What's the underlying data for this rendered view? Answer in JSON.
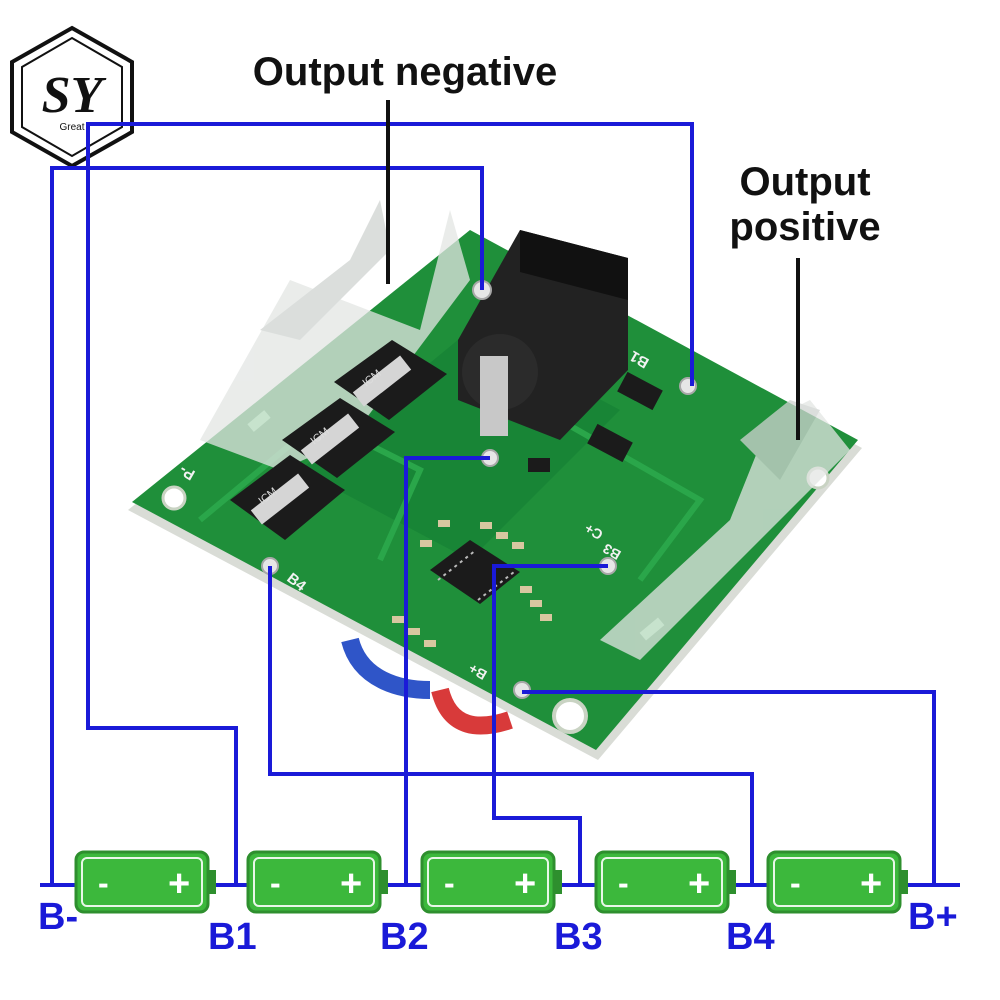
{
  "logo": {
    "monogram": "SY",
    "tagline": "Great"
  },
  "callouts": {
    "output_negative": "Output negative",
    "output_positive": "Output positive"
  },
  "nodes": [
    "B-",
    "B1",
    "B2",
    "B3",
    "B4",
    "B+"
  ],
  "cells": [
    {
      "minus": "-",
      "plus": "+"
    },
    {
      "minus": "-",
      "plus": "+"
    },
    {
      "minus": "-",
      "plus": "+"
    },
    {
      "minus": "-",
      "plus": "+"
    },
    {
      "minus": "-",
      "plus": "+"
    }
  ],
  "pcb_silkscreen": {
    "pad_b4": "B4",
    "pad_b1": "B1",
    "pad_b3": "B3",
    "pad_p_minus": "P-",
    "pad_c_plus": "C+",
    "pad_b_plus": "B+",
    "mosfet_marks": [
      "ICM",
      "ICM",
      "ICM"
    ]
  },
  "colors": {
    "wire": "#1a1ad8",
    "cell_fill": "#3cb83c",
    "cell_border": "#2e8f2e",
    "pcb": "#1f8f3a",
    "pcb_dark": "#156b2a",
    "label_text": "#111111"
  }
}
